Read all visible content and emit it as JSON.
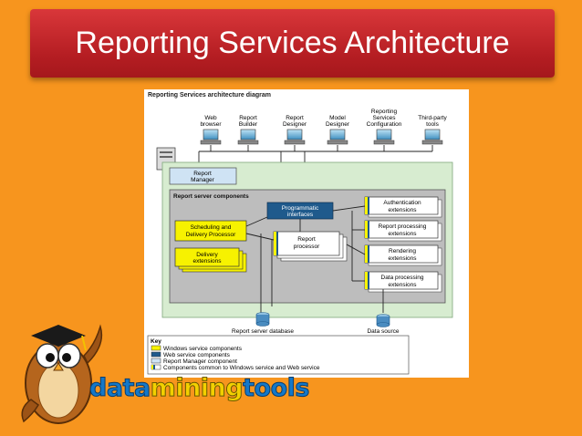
{
  "slide": {
    "title": "Reporting Services Architecture"
  },
  "diagram": {
    "caption": "Reporting Services architecture diagram",
    "clients": [
      {
        "l1": "Web",
        "l2": "browser"
      },
      {
        "l1": "Report",
        "l2": "Builder"
      },
      {
        "l1": "Report",
        "l2": "Designer"
      },
      {
        "l1": "Model",
        "l2": "Designer"
      },
      {
        "l0": "Reporting",
        "l1": "Services",
        "l2": "Configuration"
      },
      {
        "l1": "Third-party",
        "l2": "tools"
      }
    ],
    "report_manager": {
      "l1": "Report",
      "l2": "Manager"
    },
    "server_components_label": "Report server components",
    "programmatic": {
      "l1": "Programmatic",
      "l2": "interfaces"
    },
    "scheduling": {
      "l1": "Scheduling and",
      "l2": "Delivery Processor"
    },
    "delivery": {
      "l1": "Delivery",
      "l2": "extensions"
    },
    "report_processor": {
      "l1": "Report",
      "l2": "processor"
    },
    "extensions": [
      {
        "l1": "Authentication",
        "l2": "extensions"
      },
      {
        "l1": "Report processing",
        "l2": "extensions"
      },
      {
        "l1": "Rendering",
        "l2": "extensions"
      },
      {
        "l1": "Data processing",
        "l2": "extensions"
      }
    ],
    "database_label": "Report server database",
    "datasource_label": "Data source",
    "key": {
      "title": "Key",
      "items": [
        {
          "label": "Windows service components",
          "color": "#f7f200"
        },
        {
          "label": "Web service components",
          "color": "#1f5a8c"
        },
        {
          "label": "Report Manager component",
          "color": "#cfe3f4"
        },
        {
          "label": "Components common to Windows service and Web service",
          "color": "#ffffff"
        }
      ]
    }
  },
  "logo": {
    "part1": "data",
    "part2": "mining",
    "part3": "tools"
  }
}
